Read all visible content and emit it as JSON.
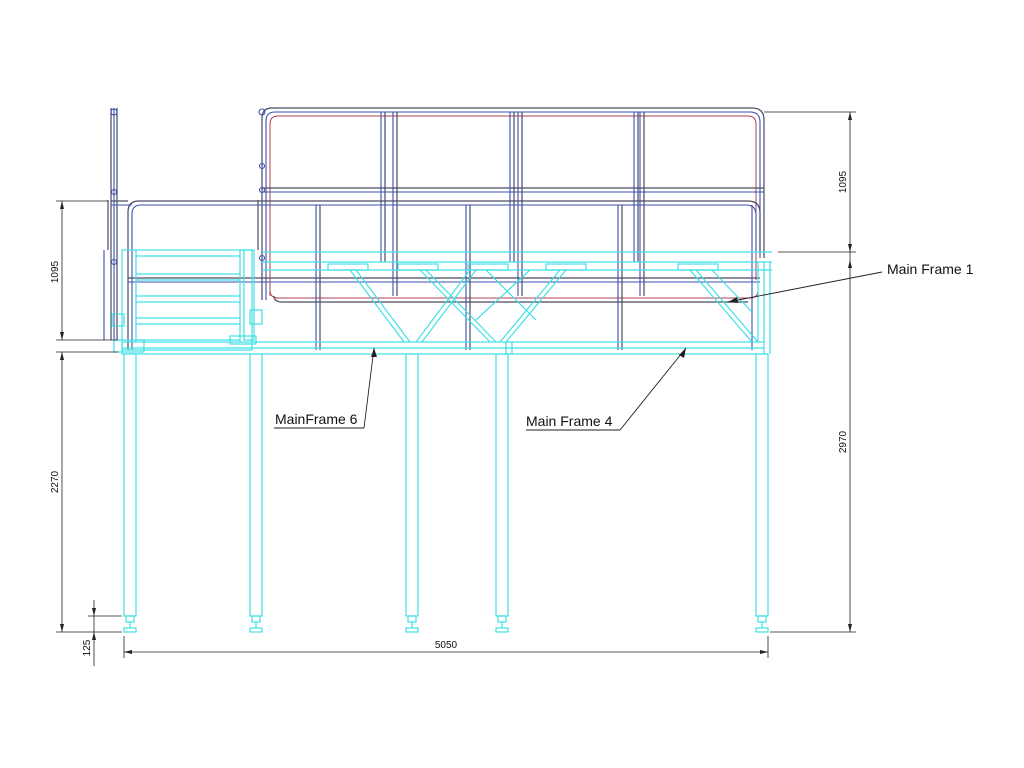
{
  "dimensions": {
    "left_rail_height": "1095",
    "right_rail_height": "1095",
    "deck_height_left": "2270",
    "total_height_right": "2970",
    "foot_height": "125",
    "overall_width": "5050"
  },
  "callouts": {
    "main_frame_1": "Main Frame 1",
    "main_frame_4": "Main Frame 4",
    "main_frame_6": "MainFrame 6"
  },
  "colors": {
    "structure": "#40e0e6",
    "handrail": "#4a4a66",
    "handrail_inner": "#3b4fb0",
    "handrail_accent": "#b04050",
    "dimension": "#222222"
  }
}
